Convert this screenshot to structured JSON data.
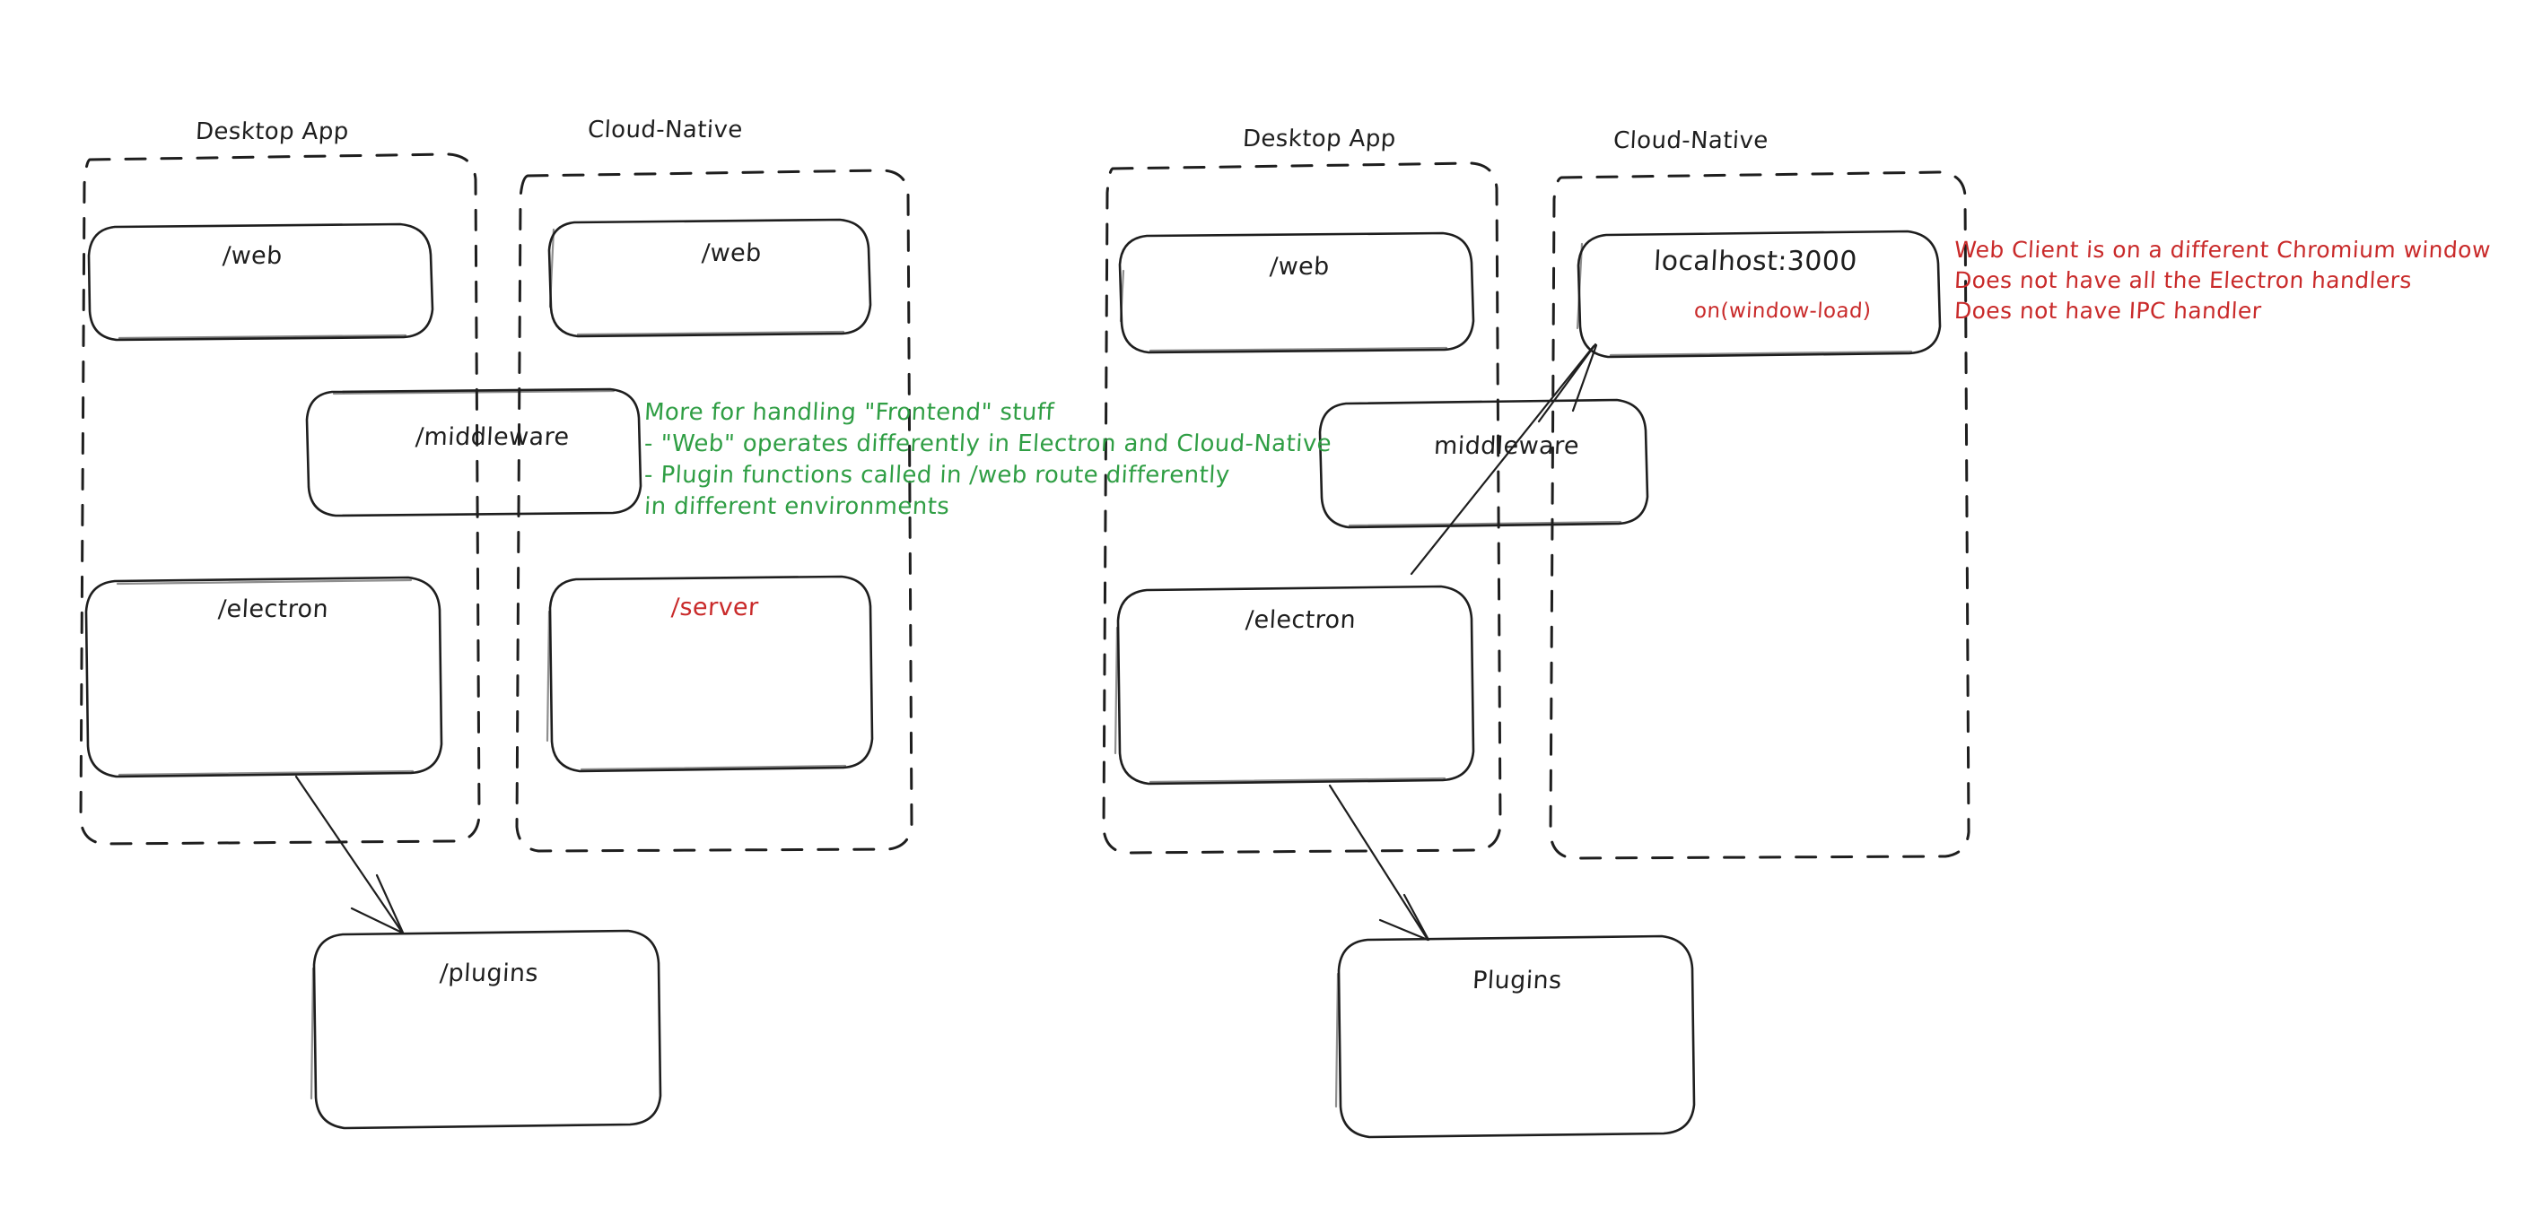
{
  "diagram": {
    "title": "Electron vs Cloud-Native architecture sketch",
    "colors": {
      "ink": "#1e1e1e",
      "green": "#2f9e44",
      "red": "#c92a2a",
      "background": "#ffffff"
    }
  },
  "left_diagram": {
    "groups": [
      {
        "label": "Desktop App"
      },
      {
        "label": "Cloud-Native"
      }
    ],
    "desktop_boxes": [
      {
        "label": "/web"
      },
      {
        "label": "/electron"
      }
    ],
    "cloud_boxes": [
      {
        "label": "/web"
      },
      {
        "label": "/server"
      }
    ],
    "middleware_box": {
      "label": "/middleware"
    },
    "plugins_box": {
      "label": "/plugins"
    },
    "note_green": {
      "lines": [
        "More for handling \"Frontend\" stuff",
        "- \"Web\" operates differently in Electron and Cloud-Native",
        "- Plugin functions called in /web route differently",
        "in different environments"
      ]
    }
  },
  "right_diagram": {
    "groups": [
      {
        "label": "Desktop App"
      },
      {
        "label": "Cloud-Native"
      }
    ],
    "desktop_boxes": [
      {
        "label": "/web"
      },
      {
        "label": "/electron"
      }
    ],
    "cloud_boxes": [
      {
        "label": "localhost:3000",
        "sublabel": "on(window-load)"
      }
    ],
    "middleware_box": {
      "label": "middleware"
    },
    "plugins_box": {
      "label": "Plugins"
    },
    "note_red": {
      "lines": [
        "Web Client is on a different Chromium window",
        "Does not have all the Electron handlers",
        "Does not have IPC handler"
      ]
    }
  }
}
